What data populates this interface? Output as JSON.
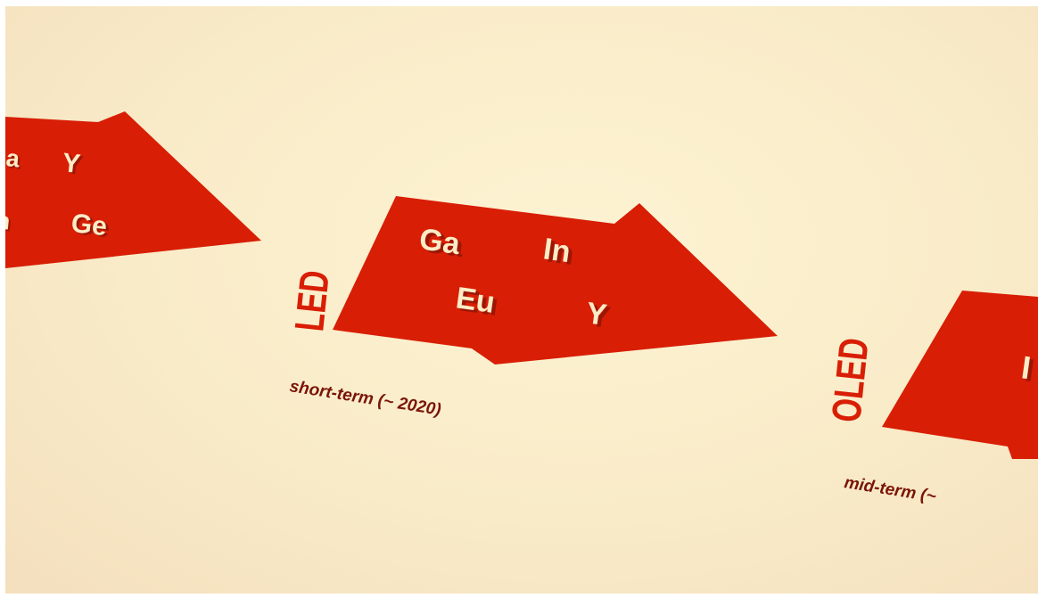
{
  "colors": {
    "arrow": "#d81e05",
    "element_text": "#fbecc6",
    "element_shadow": "#9c1606",
    "caption": "#7a1508",
    "background": "#fbf0cf"
  },
  "arrows": [
    {
      "side_label": "",
      "elements": [
        "a",
        "Y",
        "n",
        "Ge"
      ],
      "caption": ""
    },
    {
      "side_label": "LED",
      "elements": [
        "Ga",
        "In",
        "Eu",
        "Y"
      ],
      "caption": "short-term (~ 2020)"
    },
    {
      "side_label": "OLED",
      "elements": [
        "I"
      ],
      "caption": "mid-term (~"
    }
  ]
}
